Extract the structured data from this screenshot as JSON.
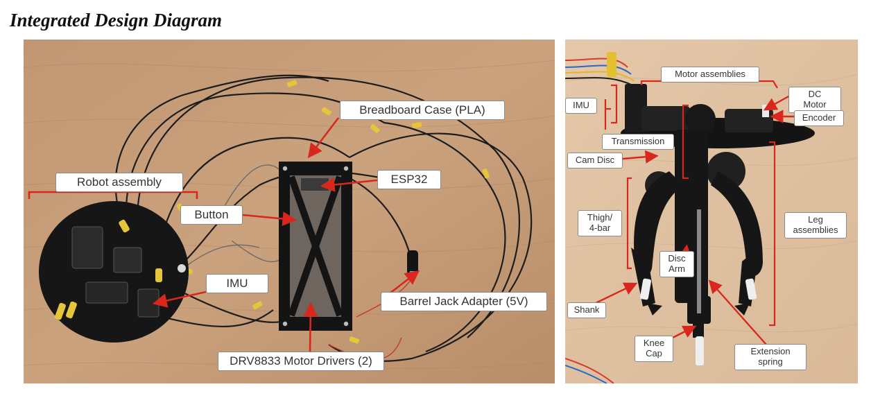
{
  "title": "Integrated Design Diagram",
  "left_panel": {
    "labels": {
      "breadboard_case": "Breadboard Case (PLA)",
      "esp32": "ESP32",
      "robot_assembly": "Robot assembly",
      "button": "Button",
      "imu": "IMU",
      "barrel_jack": "Barrel Jack Adapter (5V)",
      "motor_drivers": "DRV8833 Motor Drivers (2)"
    }
  },
  "right_panel": {
    "labels": {
      "motor_assemblies": "Motor assemblies",
      "dc_motor_line1": "DC",
      "dc_motor_line2": "Motor",
      "imu": "IMU",
      "encoder": "Encoder",
      "transmission": "Transmission",
      "cam_disc": "Cam Disc",
      "thigh_line1": "Thigh/",
      "thigh_line2": "4-bar",
      "leg_line1": "Leg",
      "leg_line2": "assemblies",
      "disc_arm_line1": "Disc",
      "disc_arm_line2": "Arm",
      "shank": "Shank",
      "knee_line1": "Knee",
      "knee_line2": "Cap",
      "spring_line1": "Extension",
      "spring_line2": "spring"
    }
  },
  "colors": {
    "arrow_red": "#d9271d",
    "wood": "#c69d77",
    "wood_light": "#e2c7a8",
    "board_black": "#141414"
  }
}
